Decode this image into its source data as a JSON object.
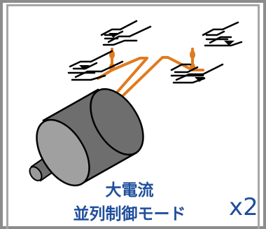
{
  "caption": {
    "line1": "大電流",
    "line2": "並列制御モード"
  },
  "multiplier": "x2",
  "colors": {
    "wire": "#e07b1f",
    "text": "#1f4e9c",
    "motor_body": "#6e6e6e",
    "switch": "#000000"
  },
  "icons": [
    "motor-icon",
    "transistor-bridge-icon",
    "wire-icon"
  ]
}
